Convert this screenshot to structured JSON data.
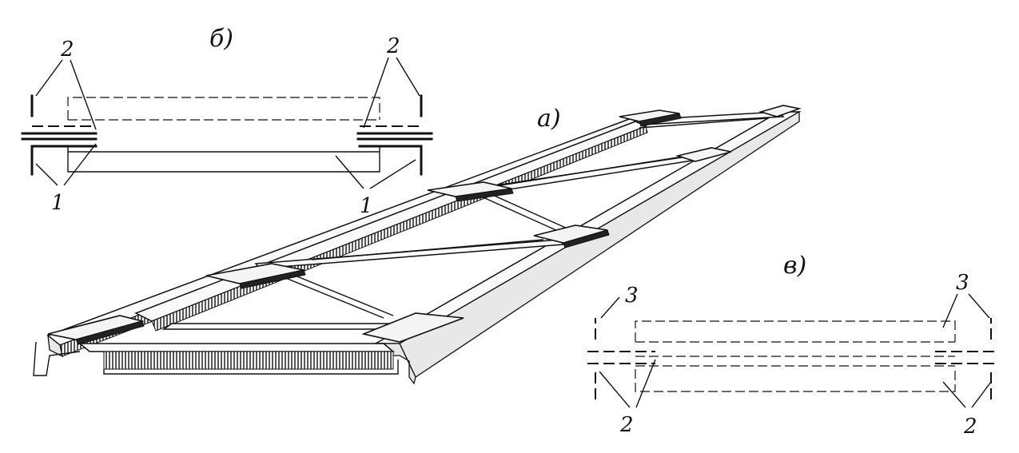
{
  "figure": {
    "view_a_label": "а)",
    "view_b_label": "б)",
    "view_v_label": "в)"
  },
  "view_b": {
    "top_left_callout": "2",
    "top_right_callout": "2",
    "bottom_left_callout": "1",
    "bottom_right_callout": "1"
  },
  "view_v": {
    "top_left_callout": "3",
    "top_right_callout": "3",
    "bottom_left_callout": "2",
    "bottom_right_callout": "2"
  }
}
